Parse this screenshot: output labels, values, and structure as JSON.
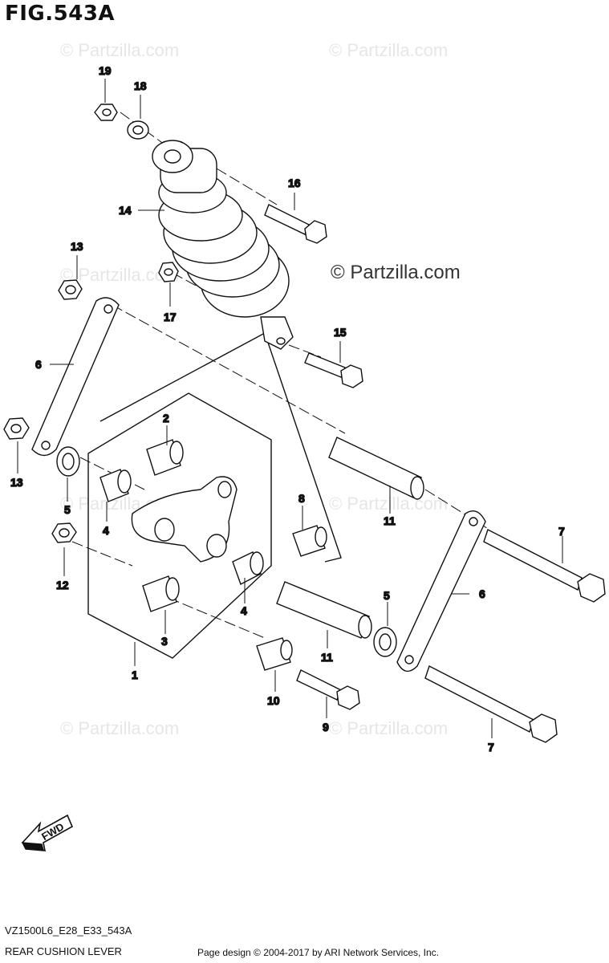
{
  "title": "FIG.543A",
  "watermark": "© Partzilla.com",
  "diagram_code": "VZ1500L6_E28_E33_543A",
  "diagram_name": "REAR CUSHION LEVER",
  "credit": "Page design © 2004-2017 by ARI Network Services, Inc.",
  "fwd_label": "FWD",
  "callouts": {
    "c19": "19",
    "c18": "18",
    "c16": "16",
    "c14": "14",
    "c13a": "13",
    "c17": "17",
    "c15": "15",
    "c6a": "6",
    "c13b": "13",
    "c2": "2",
    "c5a": "5",
    "c4a": "4",
    "c8": "8",
    "c11a": "11",
    "c7a": "7",
    "c12": "12",
    "c4b": "4",
    "c6b": "6",
    "c5b": "5",
    "c3": "3",
    "c11b": "11",
    "c1": "1",
    "c10": "10",
    "c9": "9",
    "c7b": "7"
  }
}
